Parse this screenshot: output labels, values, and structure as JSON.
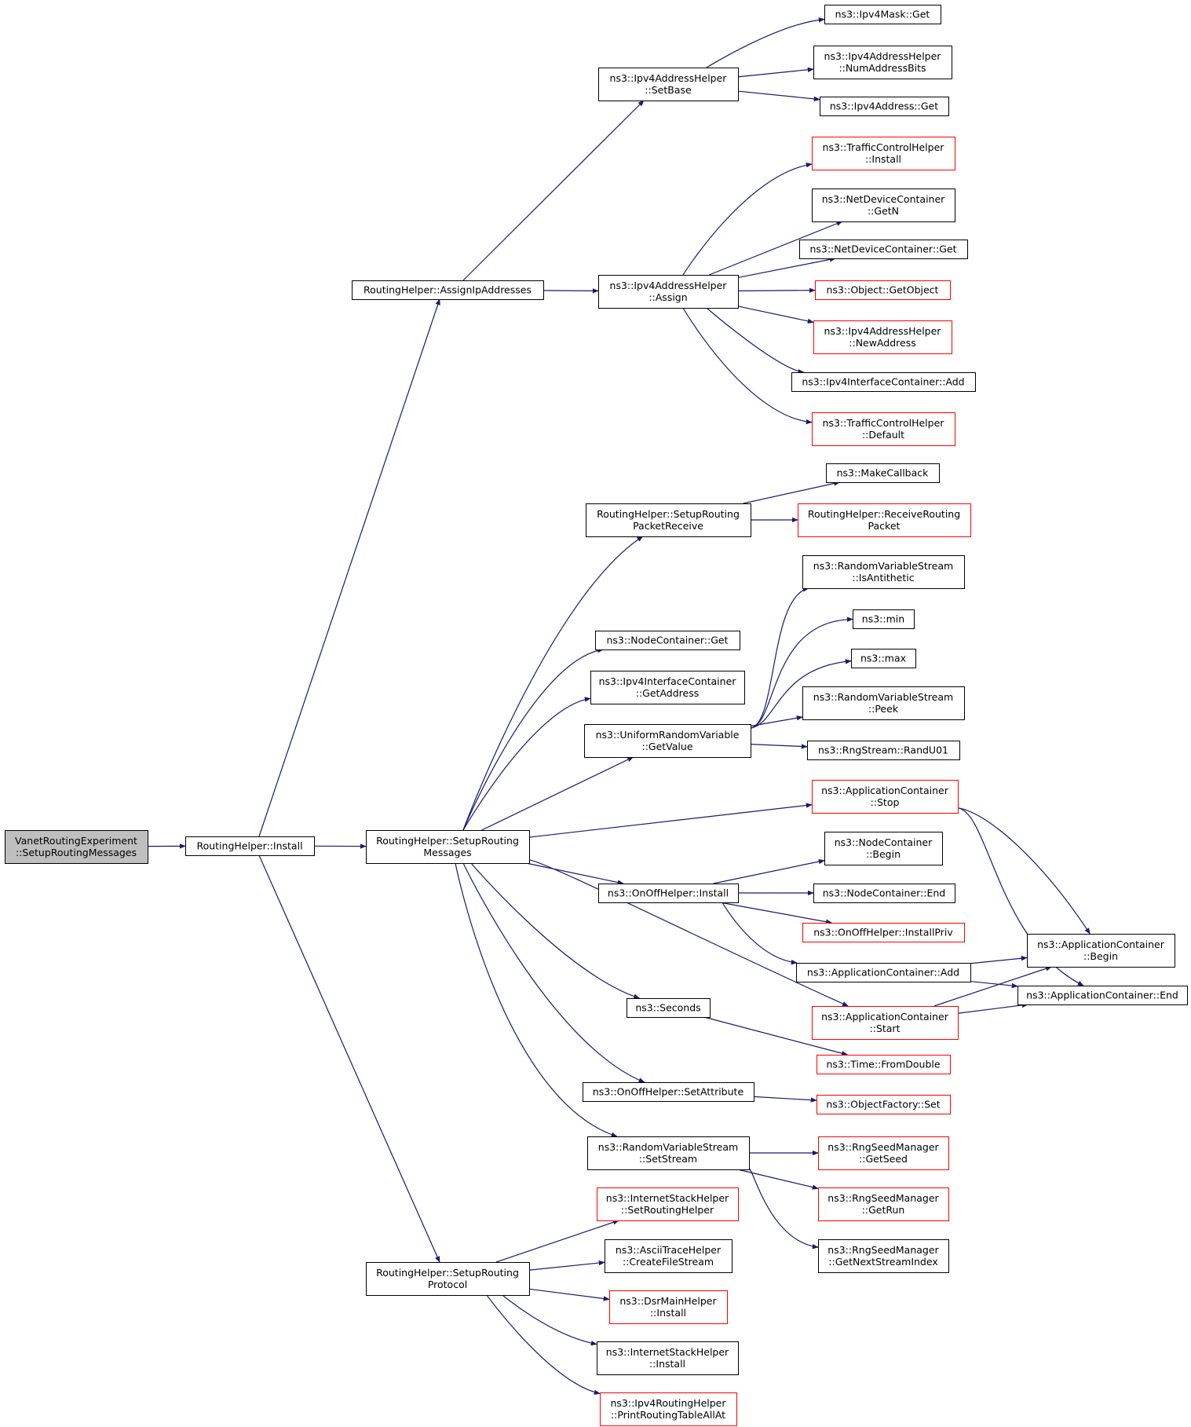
{
  "colors": {
    "edge": "#191970",
    "border_normal": "#000000",
    "border_red": "#ff0000",
    "root_fill": "#bfbfbf",
    "node_fill": "#ffffff"
  },
  "nodes": [
    {
      "id": "root",
      "lines": [
        "VanetRoutingExperiment",
        "::SetupRoutingMessages"
      ],
      "style": "root"
    },
    {
      "id": "rh_install",
      "lines": [
        "RoutingHelper::Install"
      ],
      "style": "normal"
    },
    {
      "id": "rh_assignip",
      "lines": [
        "RoutingHelper::AssignIpAddresses"
      ],
      "style": "normal"
    },
    {
      "id": "rh_setup_msgs",
      "lines": [
        "RoutingHelper::SetupRouting",
        "Messages"
      ],
      "style": "normal"
    },
    {
      "id": "rh_setup_proto",
      "lines": [
        "RoutingHelper::SetupRouting",
        "Protocol"
      ],
      "style": "normal"
    },
    {
      "id": "ipv4ah_setbase",
      "lines": [
        "ns3::Ipv4AddressHelper",
        "::SetBase"
      ],
      "style": "normal"
    },
    {
      "id": "ipv4mask_get",
      "lines": [
        "ns3::Ipv4Mask::Get"
      ],
      "style": "normal"
    },
    {
      "id": "ipv4ah_numbits",
      "lines": [
        "ns3::Ipv4AddressHelper",
        "::NumAddressBits"
      ],
      "style": "normal"
    },
    {
      "id": "ipv4addr_get",
      "lines": [
        "ns3::Ipv4Address::Get"
      ],
      "style": "normal"
    },
    {
      "id": "ipv4ah_assign",
      "lines": [
        "ns3::Ipv4AddressHelper",
        "::Assign"
      ],
      "style": "normal"
    },
    {
      "id": "tch_install",
      "lines": [
        "ns3::TrafficControlHelper",
        "::Install"
      ],
      "style": "red"
    },
    {
      "id": "ndc_getn",
      "lines": [
        "ns3::NetDeviceContainer",
        "::GetN"
      ],
      "style": "normal"
    },
    {
      "id": "ndc_get",
      "lines": [
        "ns3::NetDeviceContainer::Get"
      ],
      "style": "normal"
    },
    {
      "id": "obj_getobject",
      "lines": [
        "ns3::Object::GetObject"
      ],
      "style": "red"
    },
    {
      "id": "ipv4ah_newaddr",
      "lines": [
        "ns3::Ipv4AddressHelper",
        "::NewAddress"
      ],
      "style": "red"
    },
    {
      "id": "ipv4ic_add",
      "lines": [
        "ns3::Ipv4InterfaceContainer::Add"
      ],
      "style": "normal"
    },
    {
      "id": "tch_default",
      "lines": [
        "ns3::TrafficControlHelper",
        "::Default"
      ],
      "style": "red"
    },
    {
      "id": "rh_setup_recv",
      "lines": [
        "RoutingHelper::SetupRouting",
        "PacketReceive"
      ],
      "style": "normal"
    },
    {
      "id": "makecallback",
      "lines": [
        "ns3::MakeCallback"
      ],
      "style": "normal"
    },
    {
      "id": "rh_recv_pkt",
      "lines": [
        "RoutingHelper::ReceiveRouting",
        "Packet"
      ],
      "style": "red"
    },
    {
      "id": "nc_get",
      "lines": [
        "ns3::NodeContainer::Get"
      ],
      "style": "normal"
    },
    {
      "id": "ipv4ic_getaddr",
      "lines": [
        "ns3::Ipv4InterfaceContainer",
        "::GetAddress"
      ],
      "style": "normal"
    },
    {
      "id": "urv_getvalue",
      "lines": [
        "ns3::UniformRandomVariable",
        "::GetValue"
      ],
      "style": "normal"
    },
    {
      "id": "rvs_isanti",
      "lines": [
        "ns3::RandomVariableStream",
        "::IsAntithetic"
      ],
      "style": "normal"
    },
    {
      "id": "ns3_min",
      "lines": [
        "ns3::min"
      ],
      "style": "normal"
    },
    {
      "id": "ns3_max",
      "lines": [
        "ns3::max"
      ],
      "style": "normal"
    },
    {
      "id": "rvs_peek",
      "lines": [
        "ns3::RandomVariableStream",
        "::Peek"
      ],
      "style": "normal"
    },
    {
      "id": "rng_randu01",
      "lines": [
        "ns3::RngStream::RandU01"
      ],
      "style": "normal"
    },
    {
      "id": "ac_stop",
      "lines": [
        "ns3::ApplicationContainer",
        "::Stop"
      ],
      "style": "red"
    },
    {
      "id": "nc_begin",
      "lines": [
        "ns3::NodeContainer",
        "::Begin"
      ],
      "style": "normal"
    },
    {
      "id": "onoff_install",
      "lines": [
        "ns3::OnOffHelper::Install"
      ],
      "style": "normal"
    },
    {
      "id": "nc_end",
      "lines": [
        "ns3::NodeContainer::End"
      ],
      "style": "normal"
    },
    {
      "id": "onoff_installpriv",
      "lines": [
        "ns3::OnOffHelper::InstallPriv"
      ],
      "style": "red"
    },
    {
      "id": "ac_add",
      "lines": [
        "ns3::ApplicationContainer::Add"
      ],
      "style": "normal"
    },
    {
      "id": "ac_begin",
      "lines": [
        "ns3::ApplicationContainer",
        "::Begin"
      ],
      "style": "normal"
    },
    {
      "id": "ac_end",
      "lines": [
        "ns3::ApplicationContainer::End"
      ],
      "style": "normal"
    },
    {
      "id": "ac_start",
      "lines": [
        "ns3::ApplicationContainer",
        "::Start"
      ],
      "style": "red"
    },
    {
      "id": "ns3_seconds",
      "lines": [
        "ns3::Seconds"
      ],
      "style": "normal"
    },
    {
      "id": "time_fromdouble",
      "lines": [
        "ns3::Time::FromDouble"
      ],
      "style": "red"
    },
    {
      "id": "onoff_setattr",
      "lines": [
        "ns3::OnOffHelper::SetAttribute"
      ],
      "style": "normal"
    },
    {
      "id": "of_set",
      "lines": [
        "ns3::ObjectFactory::Set"
      ],
      "style": "red"
    },
    {
      "id": "rvs_setstream",
      "lines": [
        "ns3::RandomVariableStream",
        "::SetStream"
      ],
      "style": "normal"
    },
    {
      "id": "rsm_getseed",
      "lines": [
        "ns3::RngSeedManager",
        "::GetSeed"
      ],
      "style": "red"
    },
    {
      "id": "rsm_getrun",
      "lines": [
        "ns3::RngSeedManager",
        "::GetRun"
      ],
      "style": "red"
    },
    {
      "id": "rsm_getnext",
      "lines": [
        "ns3::RngSeedManager",
        "::GetNextStreamIndex"
      ],
      "style": "normal"
    },
    {
      "id": "ish_setrouting",
      "lines": [
        "ns3::InternetStackHelper",
        "::SetRoutingHelper"
      ],
      "style": "red"
    },
    {
      "id": "ath_createfile",
      "lines": [
        "ns3::AsciiTraceHelper",
        "::CreateFileStream"
      ],
      "style": "normal"
    },
    {
      "id": "dsr_install",
      "lines": [
        "ns3::DsrMainHelper",
        "::Install"
      ],
      "style": "red"
    },
    {
      "id": "ish_install",
      "lines": [
        "ns3::InternetStackHelper",
        "::Install"
      ],
      "style": "normal"
    },
    {
      "id": "ipv4rh_print",
      "lines": [
        "ns3::Ipv4RoutingHelper",
        "::PrintRoutingTableAllAt"
      ],
      "style": "red"
    }
  ],
  "edges": [
    [
      "root",
      "rh_install"
    ],
    [
      "rh_install",
      "rh_assignip"
    ],
    [
      "rh_install",
      "rh_setup_msgs"
    ],
    [
      "rh_install",
      "rh_setup_proto"
    ],
    [
      "rh_assignip",
      "ipv4ah_setbase"
    ],
    [
      "rh_assignip",
      "ipv4ah_assign"
    ],
    [
      "ipv4ah_setbase",
      "ipv4mask_get"
    ],
    [
      "ipv4ah_setbase",
      "ipv4ah_numbits"
    ],
    [
      "ipv4ah_setbase",
      "ipv4addr_get"
    ],
    [
      "ipv4ah_assign",
      "tch_install"
    ],
    [
      "ipv4ah_assign",
      "ndc_getn"
    ],
    [
      "ipv4ah_assign",
      "ndc_get"
    ],
    [
      "ipv4ah_assign",
      "obj_getobject"
    ],
    [
      "ipv4ah_assign",
      "ipv4ah_newaddr"
    ],
    [
      "ipv4ah_assign",
      "ipv4ic_add"
    ],
    [
      "ipv4ah_assign",
      "tch_default"
    ],
    [
      "rh_setup_msgs",
      "rh_setup_recv"
    ],
    [
      "rh_setup_msgs",
      "nc_get"
    ],
    [
      "rh_setup_msgs",
      "ipv4ic_getaddr"
    ],
    [
      "rh_setup_msgs",
      "urv_getvalue"
    ],
    [
      "rh_setup_msgs",
      "ac_stop"
    ],
    [
      "rh_setup_msgs",
      "onoff_install"
    ],
    [
      "rh_setup_msgs",
      "ac_start"
    ],
    [
      "rh_setup_msgs",
      "ns3_seconds"
    ],
    [
      "rh_setup_msgs",
      "onoff_setattr"
    ],
    [
      "rh_setup_msgs",
      "rvs_setstream"
    ],
    [
      "rh_setup_recv",
      "makecallback"
    ],
    [
      "rh_setup_recv",
      "rh_recv_pkt"
    ],
    [
      "urv_getvalue",
      "rvs_isanti"
    ],
    [
      "urv_getvalue",
      "ns3_min"
    ],
    [
      "urv_getvalue",
      "ns3_max"
    ],
    [
      "urv_getvalue",
      "rvs_peek"
    ],
    [
      "urv_getvalue",
      "rng_randu01"
    ],
    [
      "ac_stop",
      "ac_begin"
    ],
    [
      "ac_stop",
      "ac_end"
    ],
    [
      "onoff_install",
      "nc_begin"
    ],
    [
      "onoff_install",
      "nc_end"
    ],
    [
      "onoff_install",
      "onoff_installpriv"
    ],
    [
      "onoff_install",
      "ac_add"
    ],
    [
      "ac_add",
      "ac_begin"
    ],
    [
      "ac_add",
      "ac_end"
    ],
    [
      "ac_start",
      "ac_begin"
    ],
    [
      "ac_start",
      "ac_end"
    ],
    [
      "ns3_seconds",
      "time_fromdouble"
    ],
    [
      "onoff_setattr",
      "of_set"
    ],
    [
      "rvs_setstream",
      "rsm_getseed"
    ],
    [
      "rvs_setstream",
      "rsm_getrun"
    ],
    [
      "rvs_setstream",
      "rsm_getnext"
    ],
    [
      "rh_setup_proto",
      "ish_setrouting"
    ],
    [
      "rh_setup_proto",
      "ath_createfile"
    ],
    [
      "rh_setup_proto",
      "dsr_install"
    ],
    [
      "rh_setup_proto",
      "ish_install"
    ],
    [
      "rh_setup_proto",
      "ipv4rh_print"
    ]
  ]
}
